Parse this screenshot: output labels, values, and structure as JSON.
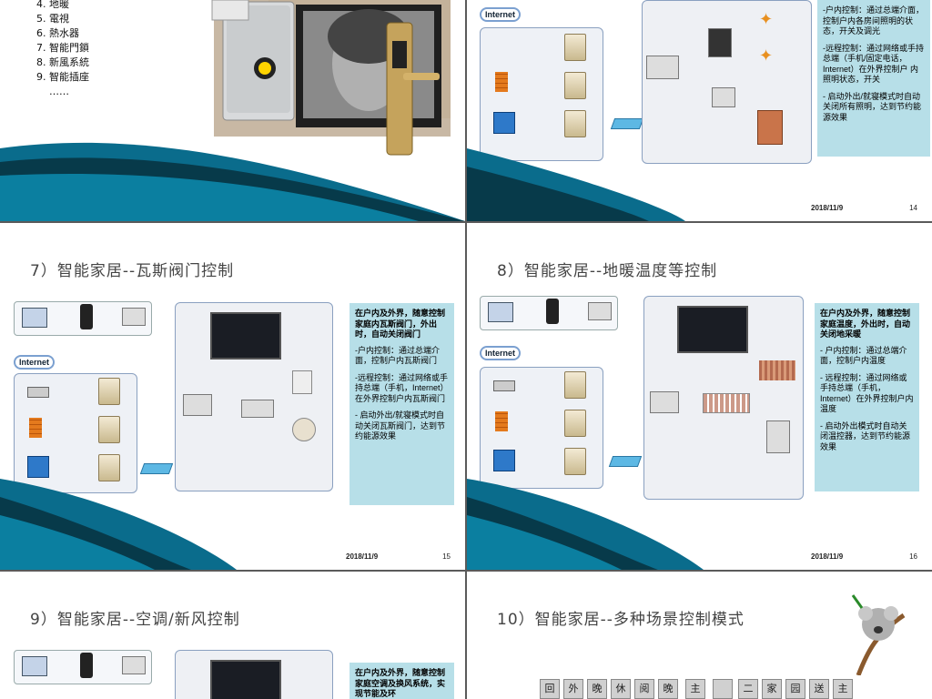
{
  "slide_top_left": {
    "list": [
      "4. 地暖",
      "5. 電視",
      "6. 熱水器",
      "7. 智能門鎖",
      "8. 新風系統",
      "9. 智能插座",
      "……"
    ]
  },
  "slide_top_right": {
    "internet": "Internet",
    "info": [
      "-户内控制：通过总端介面，控制户内各房间照明的状态，开关及调光",
      "-远程控制：通过网络或手持总端（手机/固定电话，Internet）在外界控制户 内照明状态，开关",
      "- 启动外出/就寝模式时自动关闭所有照明，达到节约能源效果"
    ],
    "date": "2018/11/9",
    "page": "14"
  },
  "slide_mid_left": {
    "title": "7）智能家居--瓦斯阀门控制",
    "internet": "Internet",
    "info_head": "在户内及外界，随意控制家庭内瓦斯阀门，外出时，自动关闭阀门",
    "info": [
      "-户内控制：通过总端介面，控制户内瓦斯阀门",
      "-远程控制：通过网络或手持总端（手机，Internet）在外界控制户内瓦斯阀门",
      "- 启动外出/就寝模式时自动关闭瓦斯阀门，达到节约能源效果"
    ],
    "date": "2018/11/9",
    "page": "15"
  },
  "slide_mid_right": {
    "title": "8）智能家居--地暖温度等控制",
    "internet": "Internet",
    "info_head": "在户内及外界，随意控制家庭温度，外出时，自动关闭地采暖",
    "info": [
      "- 户内控制：通过总端介面，控制户内温度",
      "- 远程控制：通过网络或手持总端（手机，Internet）在外界控制户内温度",
      "- 启动外出模式时自动关闭温控器，达到节约能源效果"
    ],
    "date": "2018/11/9",
    "page": "16"
  },
  "slide_bottom_left": {
    "title": "9）智能家居--空调/新风控制",
    "info_head": "在户内及外界，随意控制家庭空调及换风系统，实现节能及环"
  },
  "slide_bottom_right": {
    "title": "10）智能家居--多种场景控制模式",
    "chars": [
      "回",
      "外",
      "晚",
      "休",
      "阅",
      "晚",
      "主",
      "",
      "二",
      "家",
      "园",
      "送",
      "主"
    ]
  }
}
